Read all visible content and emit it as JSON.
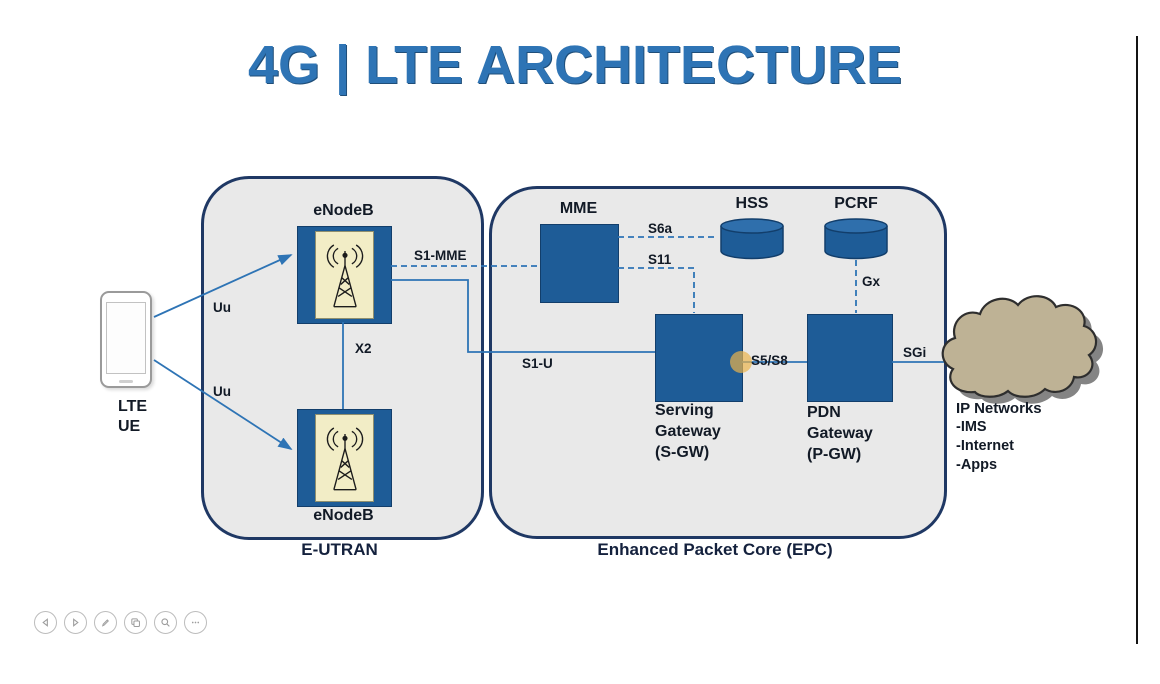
{
  "title": "4G | LTE ARCHITECTURE",
  "ue": {
    "line1": "LTE",
    "line2": "UE"
  },
  "groups": {
    "eutran_label": "E-UTRAN",
    "epc_label": "Enhanced Packet Core (EPC)"
  },
  "nodes": {
    "enodeb_top": "eNodeB",
    "enodeb_bottom": "eNodeB",
    "mme": "MME",
    "hss": "HSS",
    "pcrf": "PCRF",
    "sgw": [
      "Serving",
      "Gateway",
      "(S-GW)"
    ],
    "pgw": [
      "PDN",
      "Gateway",
      "(P-GW)"
    ]
  },
  "interfaces": {
    "uu_top": "Uu",
    "uu_bottom": "Uu",
    "x2": "X2",
    "s1_mme": "S1-MME",
    "s1_u": "S1-U",
    "s6a": "S6a",
    "s11": "S11",
    "gx": "Gx",
    "s5_s8": "S5/S8",
    "sgi": "SGi"
  },
  "cloud": {
    "title": "IP Networks",
    "items": [
      "-IMS",
      "-Internet",
      "-Apps"
    ]
  },
  "toolbar": {
    "icons": [
      "previous",
      "next",
      "edit",
      "copy",
      "zoom",
      "more"
    ]
  },
  "colors": {
    "title_blue": "#2E74B5",
    "node_blue": "#1E5C97",
    "container_fill": "#E9E9E9",
    "container_border": "#1F3864",
    "line_blue": "#2E74B5",
    "cloud_tan": "#BEB295",
    "highlight_orange": "#E9B44C"
  }
}
